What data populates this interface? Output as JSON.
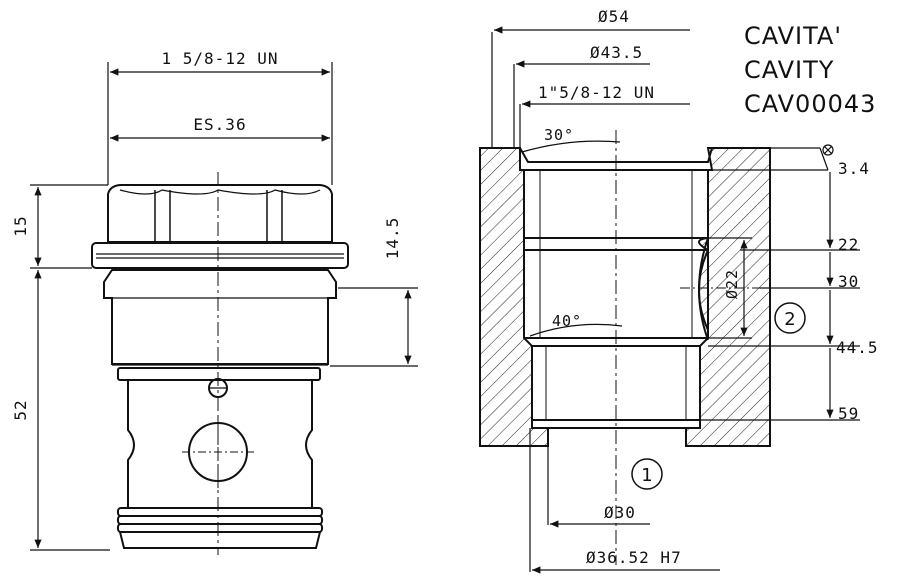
{
  "title_block": {
    "line1": "CAVITA'",
    "line2": "CAVITY",
    "line3": "CAV00043"
  },
  "cartridge": {
    "thread": "1 5/8-12 UN",
    "hex": "ES.36",
    "dim_15": "15",
    "dim_52": "52",
    "dim_14_5": "14.5"
  },
  "cavity": {
    "dia_54": "Ø54",
    "dia_43_5": "Ø43.5",
    "thread": "1\"5/8-12 UN",
    "angle_30": "30°",
    "angle_40": "40°",
    "dia_22": "Ø22",
    "depth_3_4": "3.4",
    "depth_22": "22",
    "depth_30": "30",
    "depth_44_5": "44.5",
    "depth_59": "59",
    "dia_30": "Ø30",
    "dia_36_52": "Ø36.52 H7",
    "port_1": "1",
    "port_2": "2"
  }
}
